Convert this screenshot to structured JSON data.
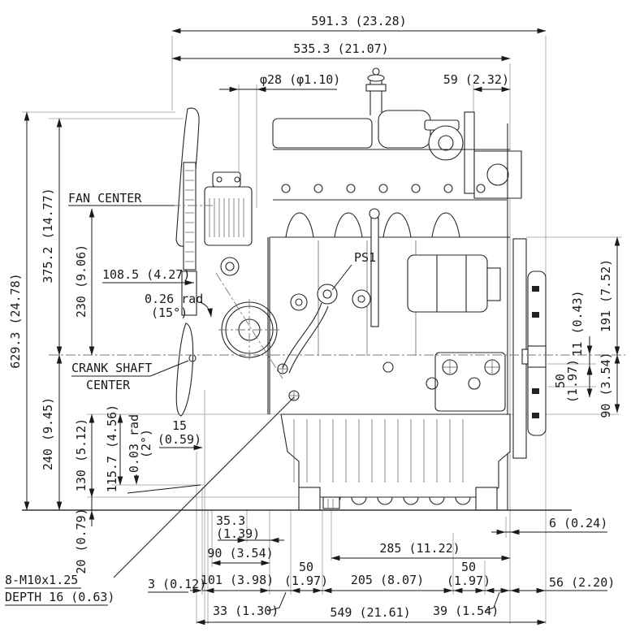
{
  "drawing": {
    "labels": {
      "fan_center": "FAN CENTER",
      "crank_shaft_line1": "CRANK SHAFT",
      "crank_shaft_line2": "CENTER",
      "ps1": "PS1",
      "mount_note_line1": "8-M10x1.25",
      "mount_note_line2": "DEPTH 16 (0.63)"
    },
    "dims": {
      "total_width": "591.3 (23.28)",
      "upper_width": "535.3 (21.07)",
      "fan_boss_dia": "φ28 (φ1.10)",
      "top_right": "59 (2.32)",
      "total_height": "629.3 (24.78)",
      "top_to_crank": "375.2 (14.77)",
      "fan_to_crank": "230 (9.06)",
      "d108_5": "108.5 (4.27)",
      "tilt15_line1": "0.26 rad",
      "tilt15_line2": "(15°)",
      "d240": "240 (9.45)",
      "d130": "130 (5.12)",
      "d115_7": "115.7 (4.56)",
      "tilt2_line1": "0.03 rad",
      "tilt2_line2": "(2°)",
      "d15_line1": "15",
      "d15_line2": "(0.59)",
      "d20": "20 (0.79)",
      "d3": "3 (0.12)",
      "d35_3_line1": "35.3",
      "d35_3_line2": "(1.39)",
      "d90_bottom": "90 (3.54)",
      "d101": "101 (3.98)",
      "d33": "33 (1.30)",
      "d50a_line1": "50",
      "d50a_line2": "(1.97)",
      "d205": "205 (8.07)",
      "d285": "285 (11.22)",
      "d50b_line1": "50",
      "d50b_line2": "(1.97)",
      "d39": "39 (1.54)",
      "d56": "56 (2.20)",
      "d6": "6 (0.24)",
      "d549": "549 (21.61)",
      "d191": "191 (7.52)",
      "d11": "11 (0.43)",
      "d50r_line1": "50",
      "d50r_line2": "(1.97)",
      "d90_right": "90 (3.54)"
    }
  }
}
